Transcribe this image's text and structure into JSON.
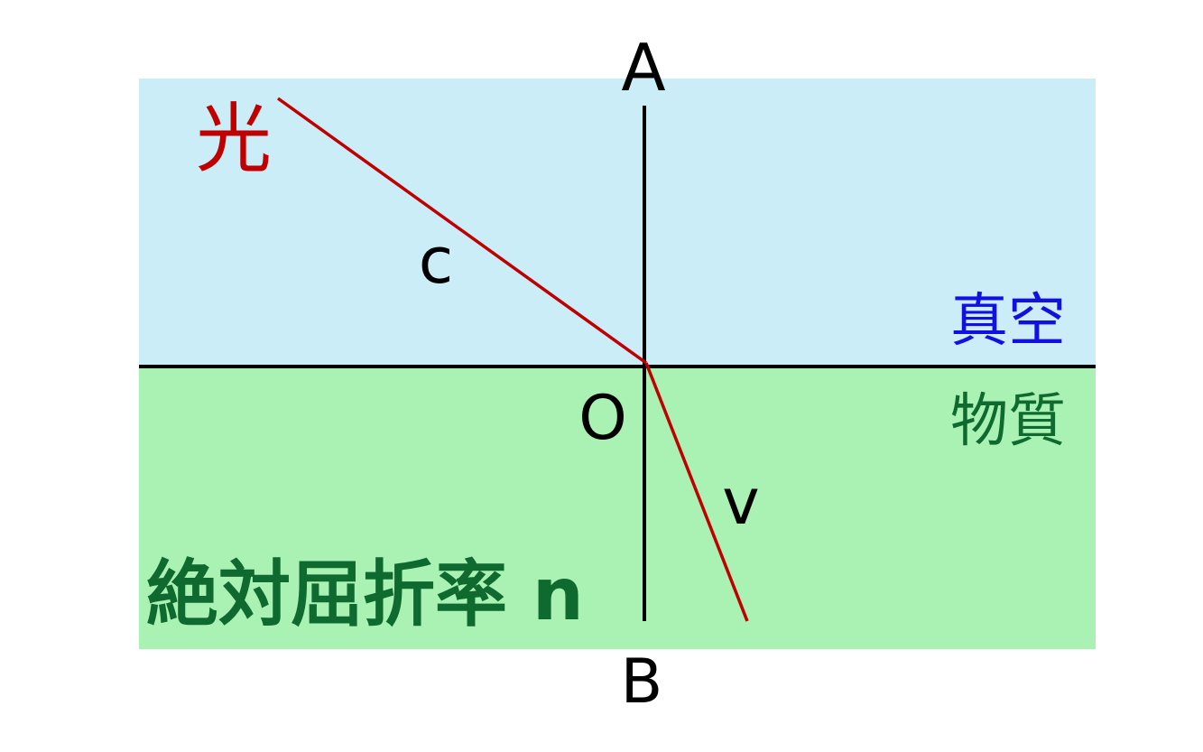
{
  "labels": {
    "point_top": "A",
    "point_bottom": "B",
    "point_origin": "O",
    "light": "光",
    "speed_vacuum": "c",
    "speed_matter": "v",
    "medium_top": "真空",
    "medium_bottom": "物質",
    "refractive_index": "絶対屈折率 n"
  },
  "colors": {
    "vacuum": "#cbedf8",
    "matter": "#aaf2b3",
    "ray": "#c00000",
    "lines": "#000000",
    "light_text": "#c00000",
    "vacuum_text": "#1010e0",
    "matter_text": "#0f6a30",
    "index_text": "#0f6a30"
  }
}
